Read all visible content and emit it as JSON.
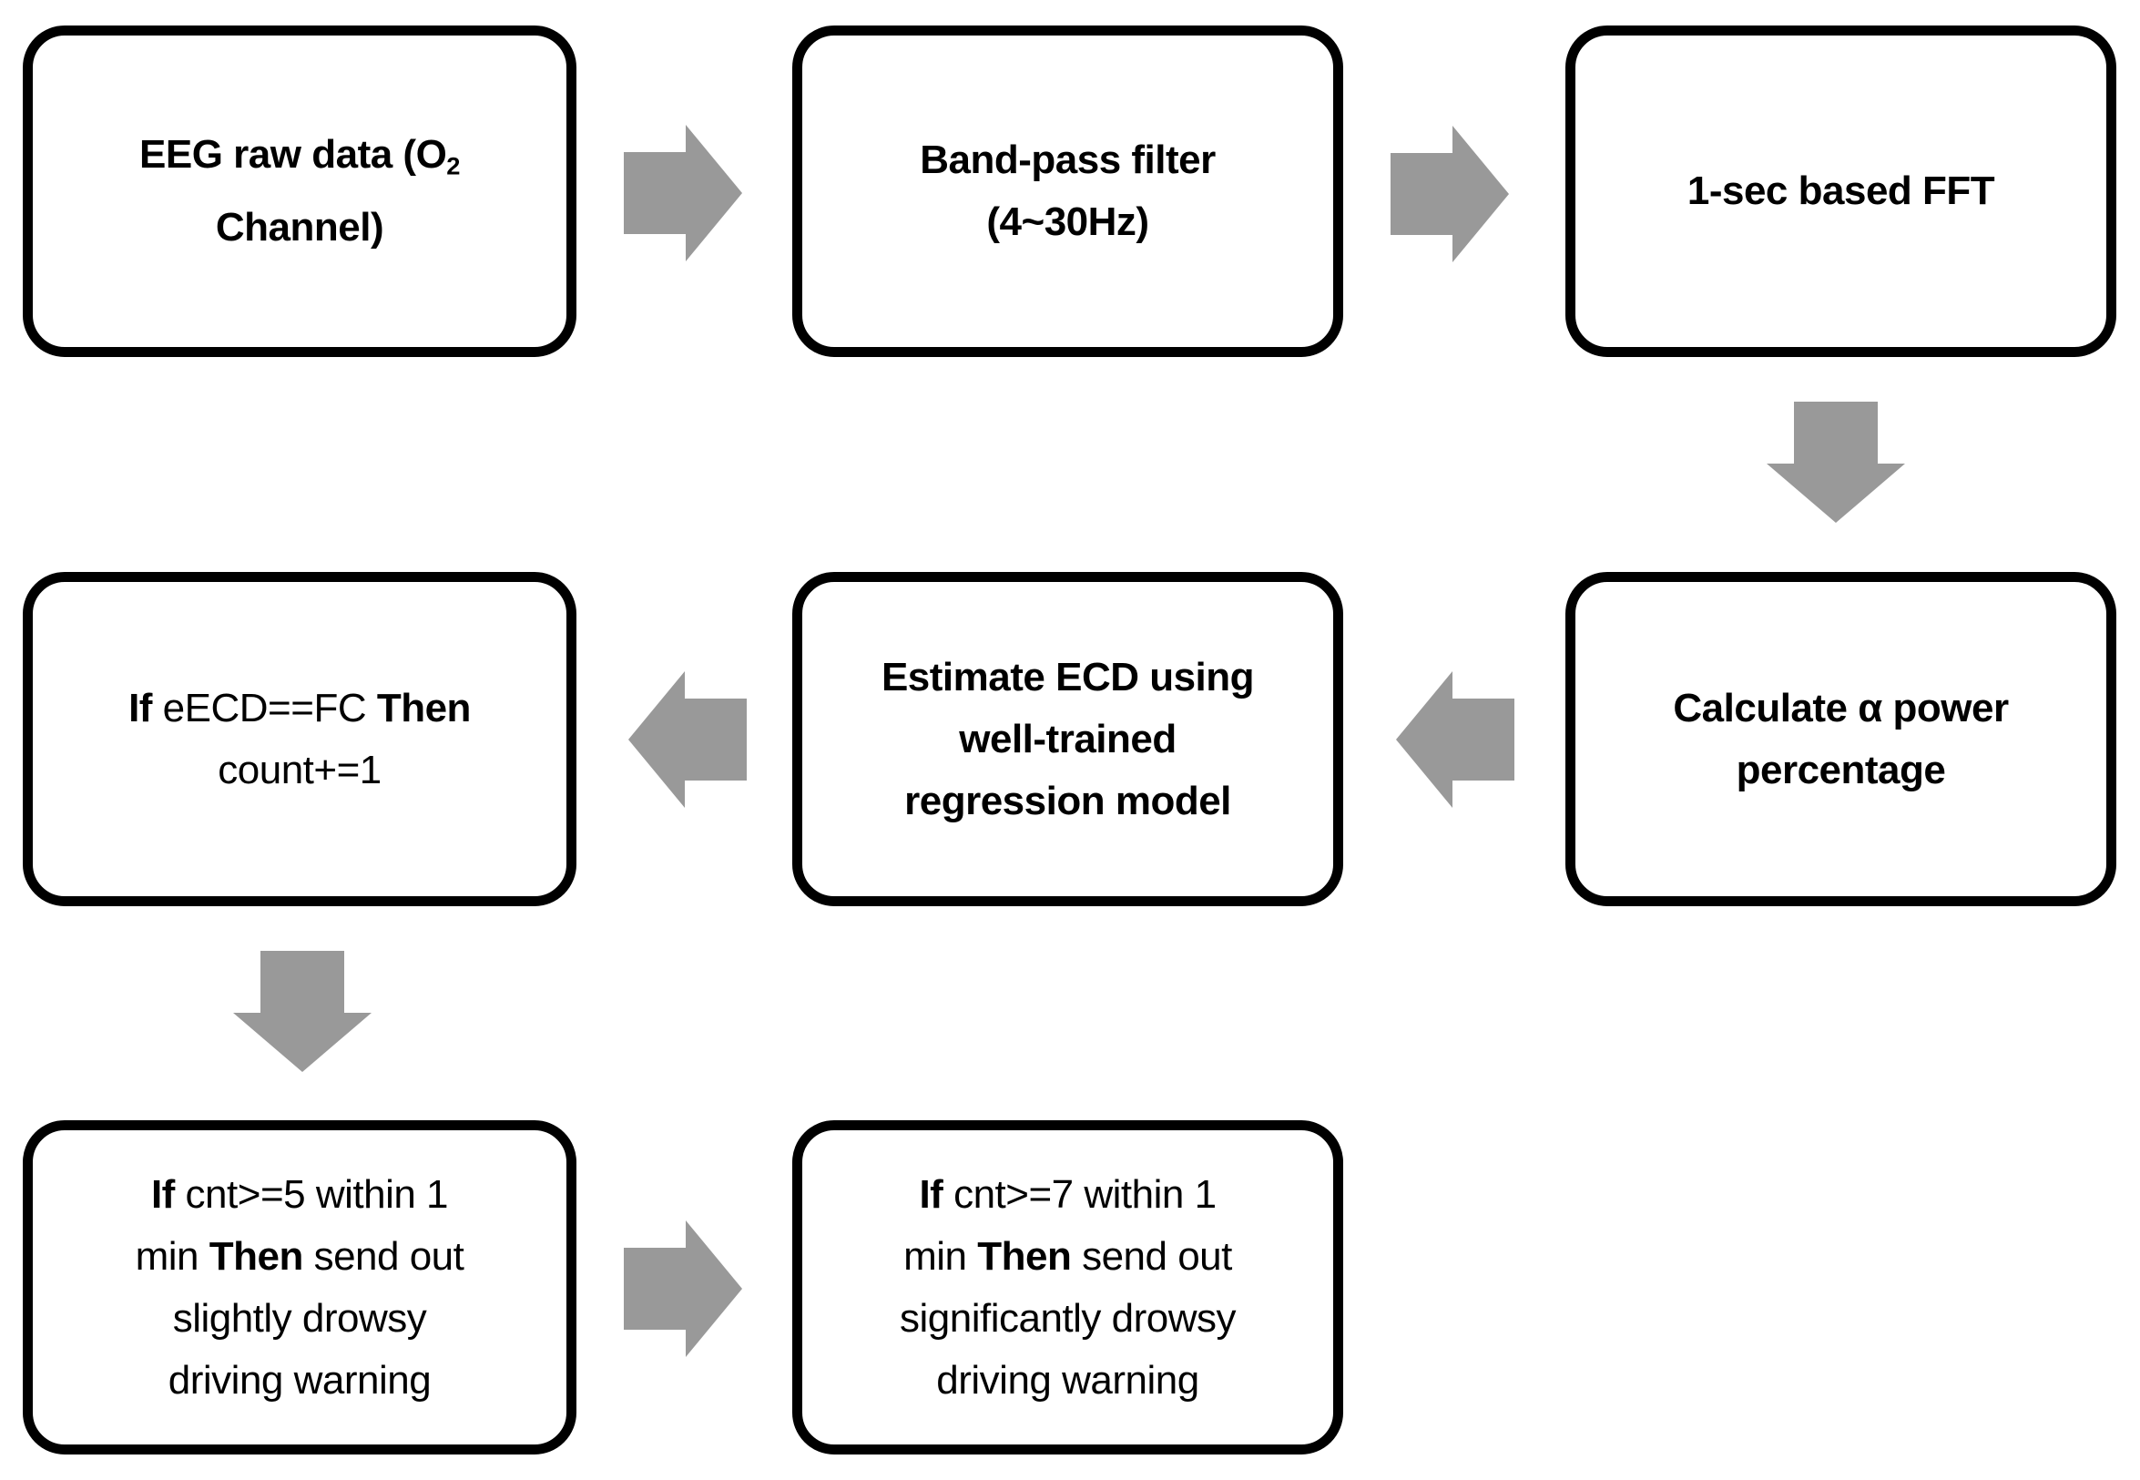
{
  "diagram_type": "flowchart",
  "colors": {
    "background": "#ffffff",
    "box_fill": "#ffffff",
    "box_border": "#000000",
    "text": "#000000",
    "arrow_fill": "#999999"
  },
  "flowchart": {
    "boxes": [
      {
        "id": "eeg-raw-data",
        "text": "EEG raw data (O2 Channel)",
        "lines": [
          [
            {
              "t": "EEG raw data (O",
              "b": 1
            },
            {
              "t": "2",
              "b": 1,
              "sub": 1
            }
          ],
          [
            {
              "t": "Channel)",
              "b": 1
            }
          ]
        ]
      },
      {
        "id": "band-pass-filter",
        "text": "Band-pass filter (4~30Hz)",
        "lines": [
          [
            {
              "t": "Band-pass filter",
              "b": 1
            }
          ],
          [
            {
              "t": "(4~30Hz)",
              "b": 1
            }
          ]
        ]
      },
      {
        "id": "fft",
        "text": "1-sec based FFT",
        "lines": [
          [
            {
              "t": "1-sec based FFT",
              "b": 1
            }
          ]
        ]
      },
      {
        "id": "alpha-power",
        "text": "Calculate α power percentage",
        "lines": [
          [
            {
              "t": "Calculate α power",
              "b": 1
            }
          ],
          [
            {
              "t": "percentage",
              "b": 1
            }
          ]
        ]
      },
      {
        "id": "estimate-ecd",
        "text": "Estimate ECD using well-trained regression model",
        "lines": [
          [
            {
              "t": "Estimate ECD using",
              "b": 1
            }
          ],
          [
            {
              "t": "well-trained",
              "b": 1
            }
          ],
          [
            {
              "t": "regression model",
              "b": 1
            }
          ]
        ]
      },
      {
        "id": "ecd-count",
        "text": "If eECD==FC Then count+=1",
        "lines": [
          [
            {
              "t": "If",
              "b": 1
            },
            {
              "t": " eECD==FC ",
              "b": 0
            },
            {
              "t": "Then",
              "b": 1
            }
          ],
          [
            {
              "t": "count+=1",
              "b": 0
            }
          ]
        ]
      },
      {
        "id": "slight-warning",
        "text": "If cnt>=5 within 1 min Then send out slightly drowsy driving warning",
        "lines": [
          [
            {
              "t": "If",
              "b": 1
            },
            {
              "t": " cnt>=5 within 1",
              "b": 0
            }
          ],
          [
            {
              "t": "min ",
              "b": 0
            },
            {
              "t": "Then",
              "b": 1
            },
            {
              "t": " send out",
              "b": 0
            }
          ],
          [
            {
              "t": "slightly drowsy",
              "b": 0
            }
          ],
          [
            {
              "t": "driving warning",
              "b": 0
            }
          ]
        ]
      },
      {
        "id": "significant-warning",
        "text": "If cnt>=7 within 1 min Then send out significantly drowsy driving warning",
        "lines": [
          [
            {
              "t": "If",
              "b": 1
            },
            {
              "t": " cnt>=7 within 1",
              "b": 0
            }
          ],
          [
            {
              "t": "min ",
              "b": 0
            },
            {
              "t": "Then",
              "b": 1
            },
            {
              "t": " send out",
              "b": 0
            }
          ],
          [
            {
              "t": "significantly drowsy",
              "b": 0
            }
          ],
          [
            {
              "t": "driving warning",
              "b": 0
            }
          ]
        ]
      }
    ],
    "connections": [
      {
        "from": "eeg-raw-data",
        "to": "band-pass-filter",
        "direction": "right"
      },
      {
        "from": "band-pass-filter",
        "to": "fft",
        "direction": "right"
      },
      {
        "from": "fft",
        "to": "alpha-power",
        "direction": "down"
      },
      {
        "from": "alpha-power",
        "to": "estimate-ecd",
        "direction": "left"
      },
      {
        "from": "estimate-ecd",
        "to": "ecd-count",
        "direction": "left"
      },
      {
        "from": "ecd-count",
        "to": "slight-warning",
        "direction": "down"
      },
      {
        "from": "slight-warning",
        "to": "significant-warning",
        "direction": "right"
      }
    ]
  }
}
